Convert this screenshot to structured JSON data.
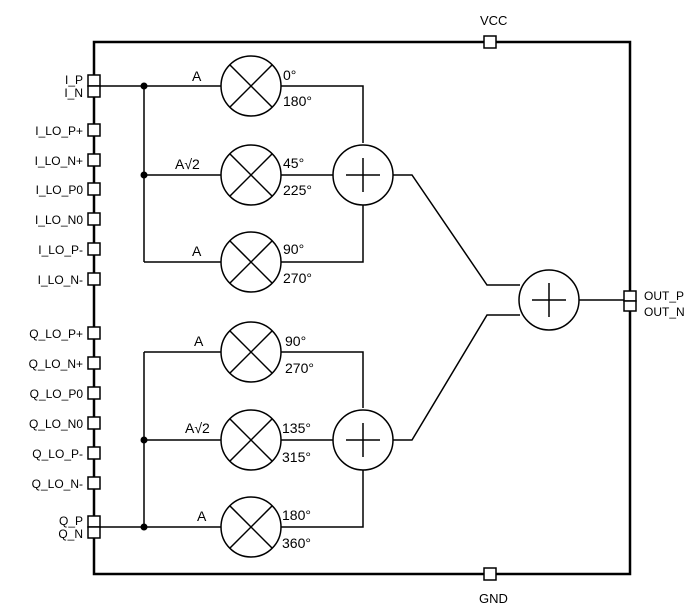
{
  "supply": {
    "vcc": "VCC",
    "gnd": "GND"
  },
  "outputs": {
    "out_p": "OUT_P",
    "out_n": "OUT_N"
  },
  "pins": {
    "i_p": "I_P",
    "i_n": "I_N",
    "q_p": "Q_P",
    "q_n": "Q_N",
    "lo": [
      "I_LO_P+",
      "I_LO_N+",
      "I_LO_P0",
      "I_LO_N0",
      "I_LO_P-",
      "I_LO_N-",
      "Q_LO_P+",
      "Q_LO_N+",
      "Q_LO_P0",
      "Q_LO_N0",
      "Q_LO_P-",
      "Q_LO_N-"
    ]
  },
  "mixers": [
    {
      "gain": "A",
      "phase_top": "0°",
      "phase_bottom": "180°"
    },
    {
      "gain": "A√2",
      "phase_top": "45°",
      "phase_bottom": "225°"
    },
    {
      "gain": "A",
      "phase_top": "90°",
      "phase_bottom": "270°"
    },
    {
      "gain": "A",
      "phase_top": "90°",
      "phase_bottom": "270°"
    },
    {
      "gain": "A√2",
      "phase_top": "135°",
      "phase_bottom": "315°"
    },
    {
      "gain": "A",
      "phase_top": "180°",
      "phase_bottom": "360°"
    }
  ],
  "colors": {
    "stroke": "#000000",
    "background": "#ffffff",
    "pin_fill": "#ffffff"
  }
}
